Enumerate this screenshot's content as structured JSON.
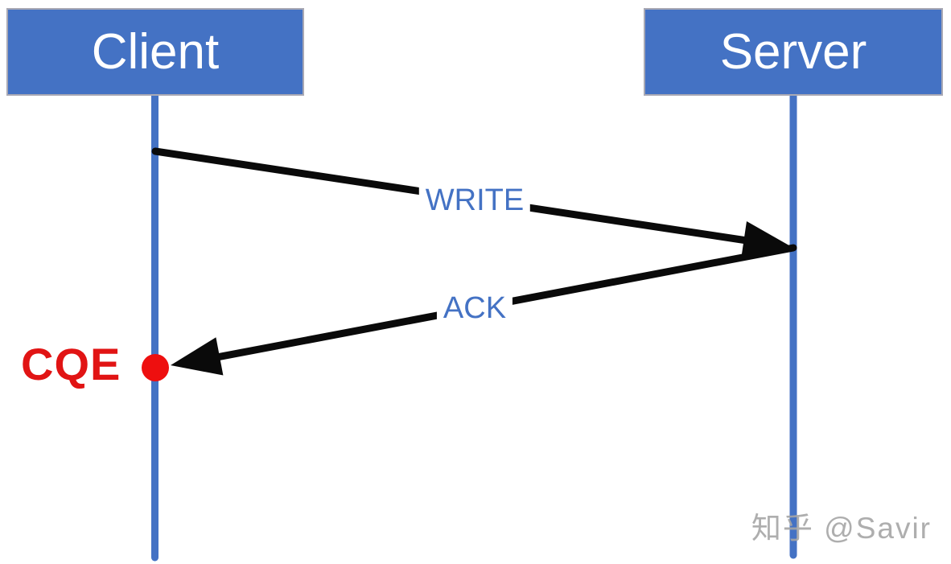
{
  "diagram": {
    "type": "sequence-diagram",
    "actors": [
      {
        "name": "Client"
      },
      {
        "name": "Server"
      }
    ],
    "messages": [
      {
        "label": "WRITE",
        "from": "Client",
        "to": "Server"
      },
      {
        "label": "ACK",
        "from": "Server",
        "to": "Client"
      }
    ],
    "completion_event": {
      "label": "CQE"
    },
    "watermark": "知乎 @Savir",
    "colors": {
      "actor_fill": "#4472C4",
      "actor_border": "#A9A9B4",
      "actor_text": "#FFFFFF",
      "lifeline": "#4472C4",
      "arrow": "#0A0A0A",
      "message_label": "#4472C4",
      "event_label": "#E11414",
      "event_dot": "#EE0F0F",
      "watermark": "#A5A5A5"
    }
  }
}
